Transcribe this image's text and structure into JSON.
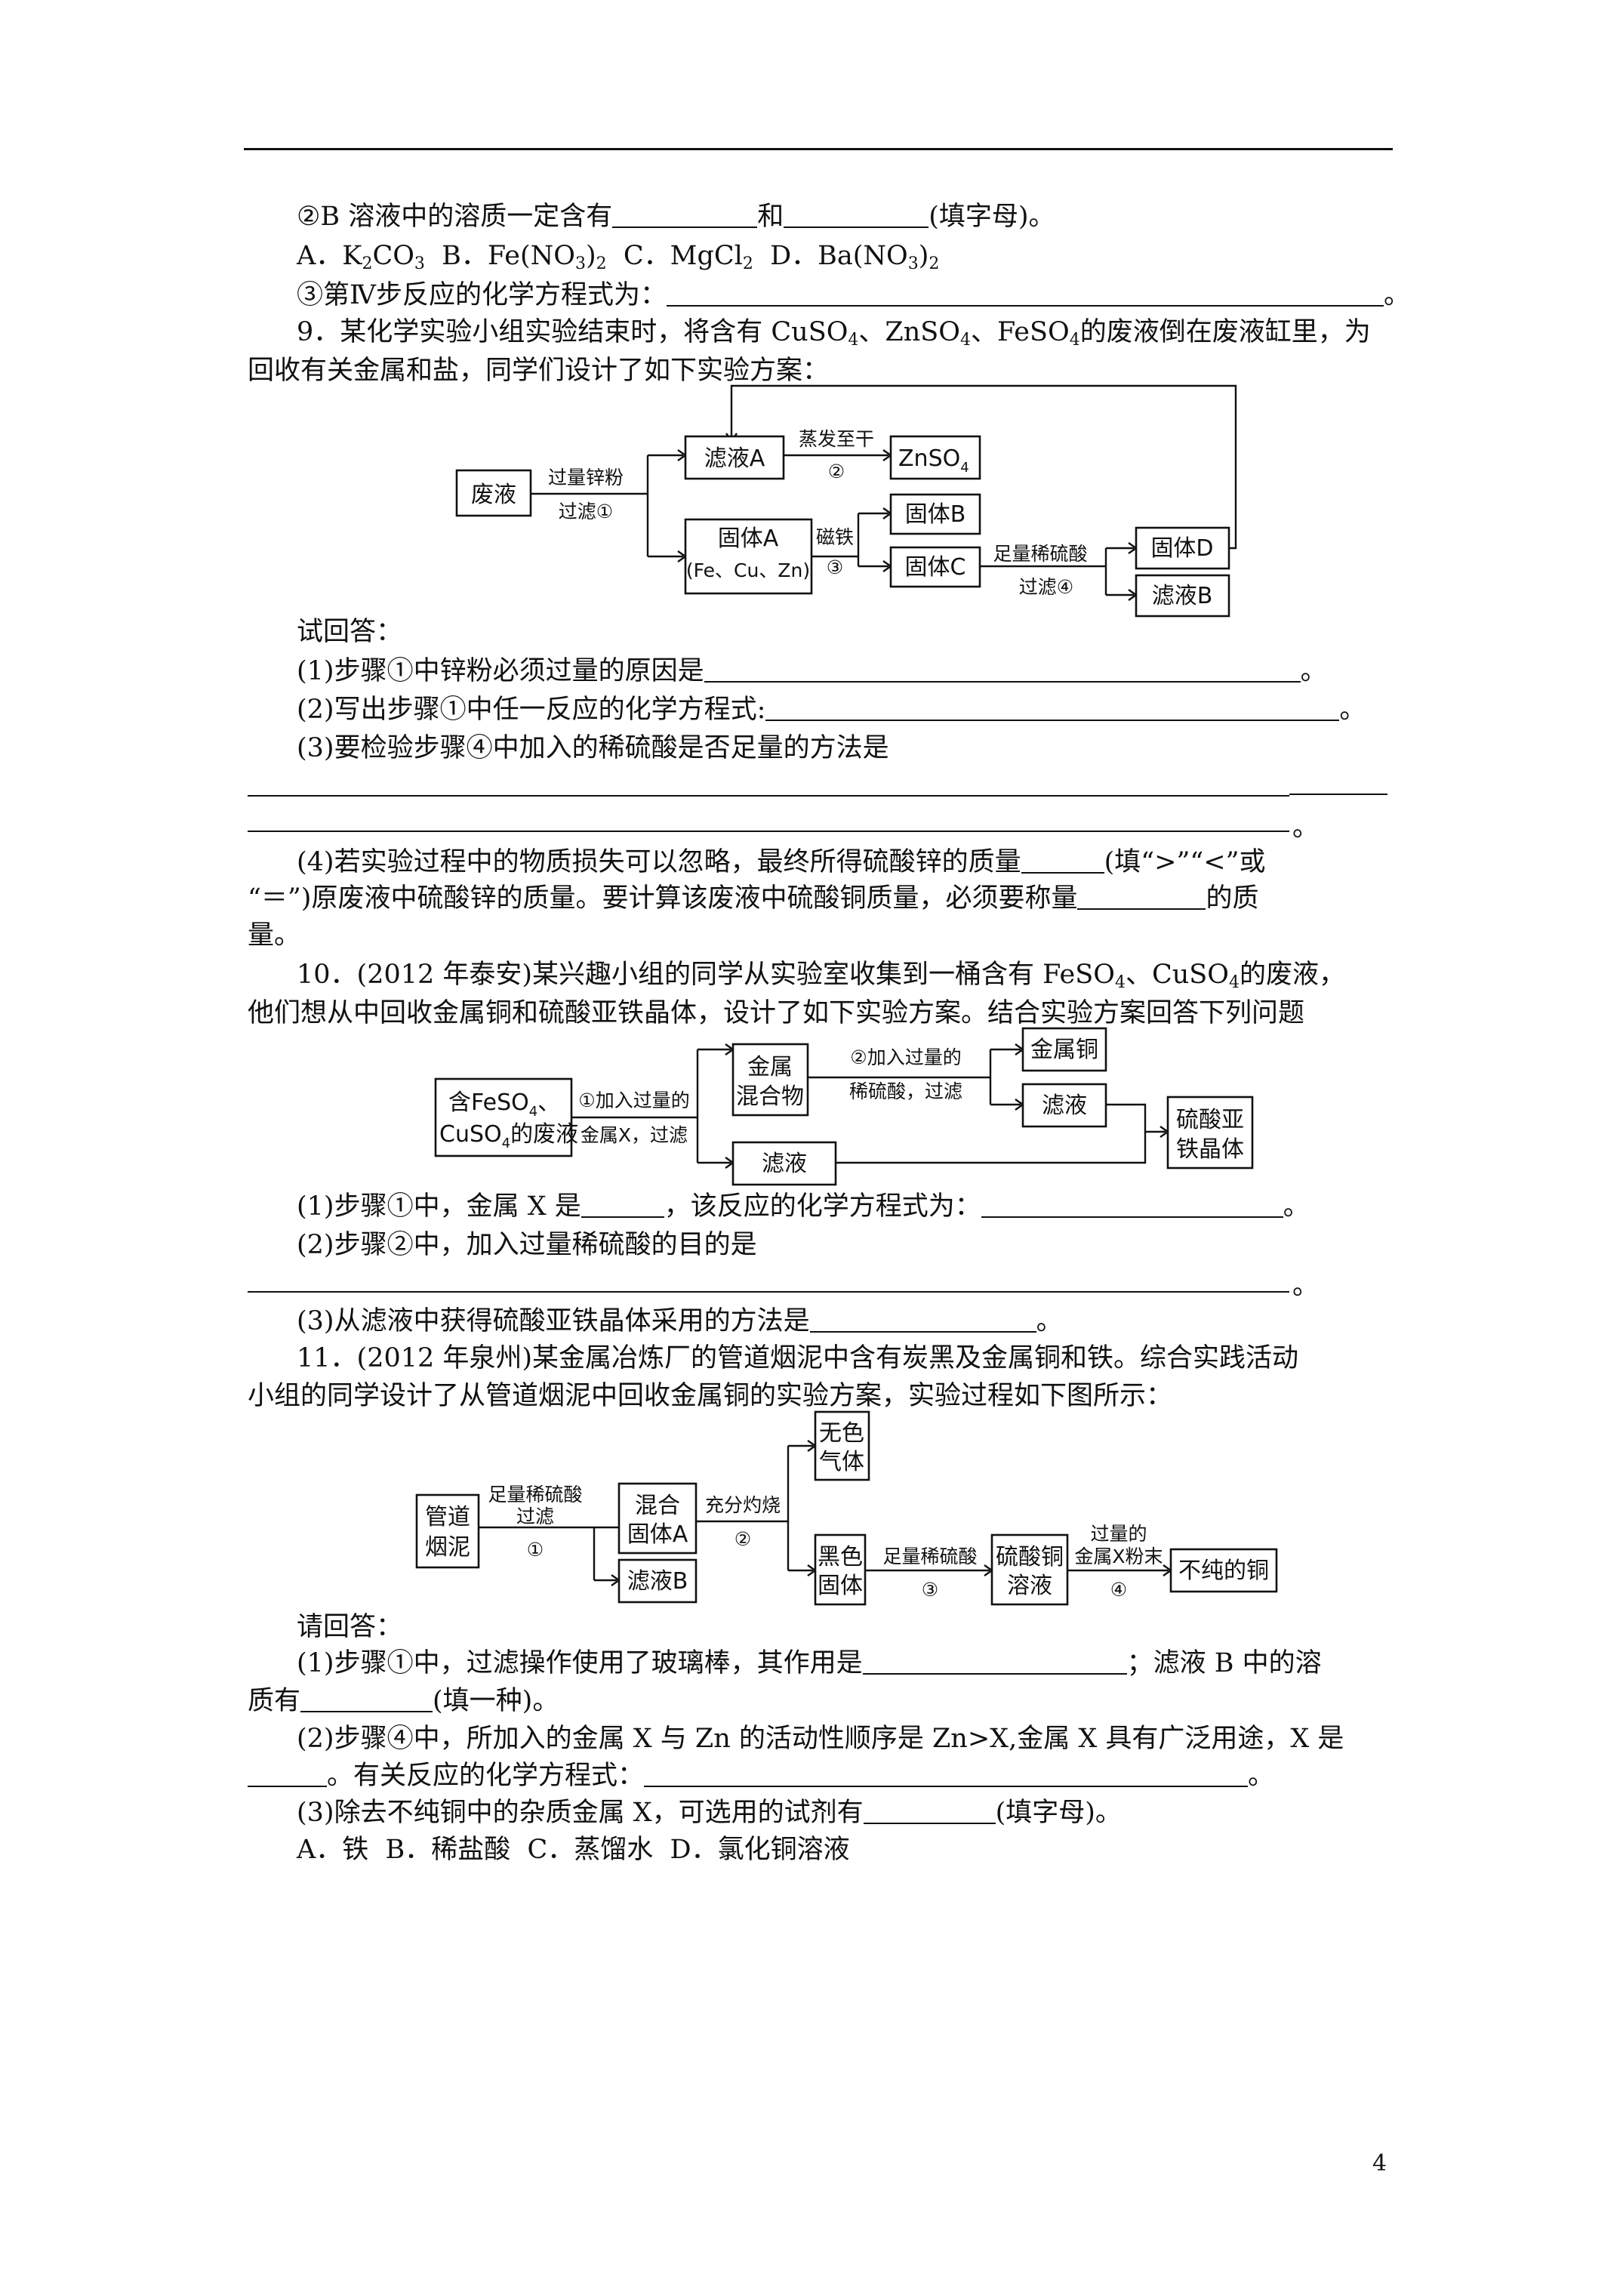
{
  "q8": {
    "line1a": "②B 溶液中的溶质一定含有",
    "line1b": "和",
    "line1c": "(填字母)。",
    "opt_a": "A．K",
    "opt_a2": "CO",
    "opt_a3": "  B．Fe(NO",
    "opt_a4": ")",
    "opt_a5": "  C．MgCl",
    "opt_a6": "  D．Ba(NO",
    "opt_a7": ")",
    "sub2": "2",
    "sub3": "3",
    "line3": "③第Ⅳ步反应的化学方程式为：",
    "line3end": "。"
  },
  "q9": {
    "intro1a": "9．某化学实验小组实验结束时，将含有 CuSO",
    "intro1b": "、ZnSO",
    "intro1c": "、FeSO",
    "intro1d": "的废液倒在废液缸里，为",
    "sub4": "4",
    "intro2": "回收有关金属和盐，同学们设计了如下实验方案：",
    "flow": {
      "waste": "废液",
      "edge1_top": "过量锌粉",
      "edge1_bottom": "过滤①",
      "filtrate_a": "滤液A",
      "edge2_top": "蒸发至干",
      "edge2_bottom": "②",
      "znso4": "ZnSO",
      "znso4_sub": "4",
      "solid_a": "固体A",
      "solid_a_sub": "(Fe、Cu、Zn)",
      "edge3_top": "磁铁",
      "edge3_bottom": "③",
      "solid_b": "固体B",
      "solid_c": "固体C",
      "edge4_top": "足量稀硫酸",
      "edge4_bottom": "过滤④",
      "solid_d": "固体D",
      "filtrate_b": "滤液B"
    },
    "answer_head": "试回答：",
    "p1": "(1)步骤①中锌粉必须过量的原因是",
    "p2": "(2)写出步骤①中任一反应的化学方程式",
    "p2colon": ":",
    "p3": "(3)要检验步骤④中加入的稀硫酸是否足量的方法是",
    "p4a": "(4)若实验过程中的物质损失可以忽略，最终所得硫酸锌的质量",
    "p4b": "(填“>”“<”或",
    "p4c": "“＝”)原废液中硫酸锌的质量。要计算该废液中硫酸铜质量，必须要称量",
    "p4d": "的质",
    "p4e": "量。",
    "end": "。"
  },
  "q10": {
    "intro1a": "10．(2012 年泰安)某兴趣小组的同学从实验室收集到一桶含有 FeSO",
    "intro1b": "、CuSO",
    "intro1c": "的废液，",
    "intro2": "他们想从中回收金属铜和硫酸亚铁晶体，设计了如下实验方案。结合实验方案回答下列问题",
    "flow": {
      "start1": "含FeSO",
      "start1b": "、",
      "start2": "CuSO",
      "start2b": "的废液",
      "sub4": "4",
      "edge1_top": "①加入过量的",
      "edge1_bottom": "金属X，过滤",
      "mix1": "金属",
      "mix2": "混合物",
      "edge2_top": "②加入过量的",
      "edge2_bottom": "稀硫酸，过滤",
      "copper": "金属铜",
      "filtrate1": "滤液",
      "filtrate2": "滤液",
      "crystal1": "硫酸亚",
      "crystal2": "铁晶体"
    },
    "p1a": "(1)步骤①中，金属 X 是",
    "p1b": "，该反应的化学方程式为：",
    "p2": "(2)步骤②中，加入过量稀硫酸的目的是",
    "p3": "(3)从滤液中获得硫酸亚铁晶体采用的方法是",
    "end": "。"
  },
  "q11": {
    "intro1": "11．(2012 年泉州)某金属冶炼厂的管道烟泥中含有炭黑及金属铜和铁。综合实践活动",
    "intro2": "小组的同学设计了从管道烟泥中回收金属铜的实验方案，实验过程如下图所示：",
    "flow": {
      "sludge1": "管道",
      "sludge2": "烟泥",
      "edge1_top": "足量稀硫酸",
      "edge1_mid": "过滤",
      "edge1_bottom": "①",
      "mix1": "混合",
      "mix2": "固体A",
      "edge2_top": "充分灼烧",
      "edge2_bottom": "②",
      "gas1": "无色",
      "gas2": "气体",
      "black1": "黑色",
      "black2": "固体",
      "edge3_top": "足量稀硫酸",
      "edge3_bottom": "③",
      "cuso1": "硫酸铜",
      "cuso2": "溶液",
      "edge4_top": "过量的",
      "edge4_mid": "金属X粉末",
      "edge4_bottom": "④",
      "impure": "不纯的铜",
      "filtrate_b": "滤液B"
    },
    "answer_head": "请回答：",
    "p1a": "(1)步骤①中，过滤操作使用了玻璃棒，其作用是",
    "p1b": "；滤液 B 中的溶",
    "p1c": "质有",
    "p1d": "(填一种)。",
    "p2a": "(2)步骤④中，所加入的金属 X 与 Zn 的活动性顺序是 Zn>X,金属 X 具有广泛用途，X 是",
    "p2b": "。有关反应的化学方程式：",
    "p3a": "(3)除去不纯铜中的杂质金属 X，可选用的试剂有",
    "p3b": "(填字母)。",
    "opts": "A．铁  B．稀盐酸  C．蒸馏水  D．氯化铜溶液",
    "end": "。"
  },
  "page_number": "4"
}
